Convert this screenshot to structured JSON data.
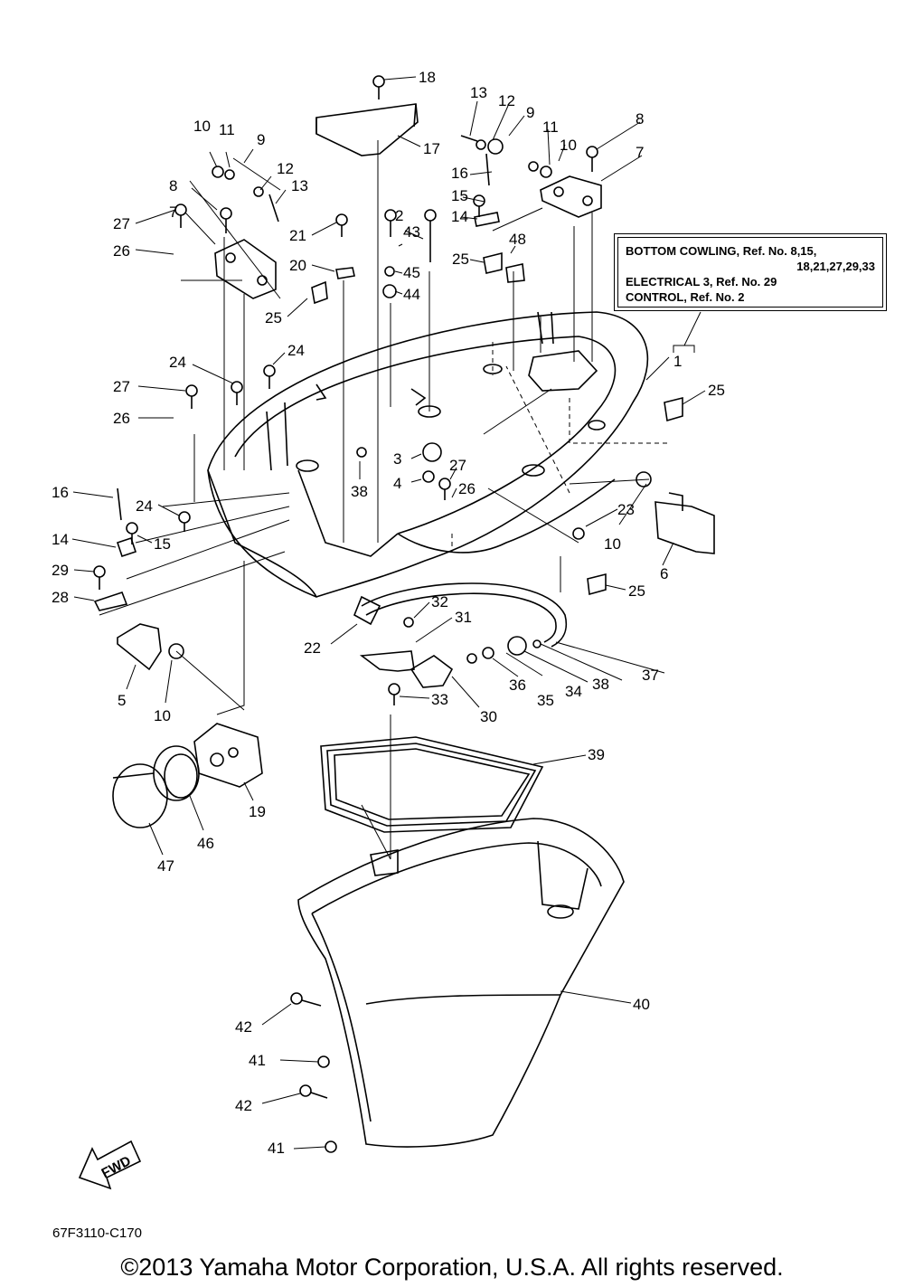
{
  "reference_box": {
    "line1": "BOTTOM COWLING, Ref. No. 8,15,",
    "line2": "18,21,27,29,33",
    "line3": "ELECTRICAL 3, Ref. No. 29",
    "line4": "CONTROL, Ref. No. 2"
  },
  "fwd_label": "FWD",
  "diagram_code": "67F3110-C170",
  "copyright": "©2013 Yamaha Motor Corporation, U.S.A. All rights reserved.",
  "callouts": {
    "c18": "18",
    "c17": "17",
    "c13a": "13",
    "c12a": "12",
    "c9a": "9",
    "c11a": "11",
    "c10a": "10",
    "c8a": "8",
    "c7a": "7",
    "c16a": "16",
    "c15a": "15",
    "c14a": "14",
    "c2": "2",
    "c43": "43",
    "c45": "45",
    "c44": "44",
    "c48": "48",
    "c25a": "25",
    "c10b": "10",
    "c11b": "11",
    "c9b": "9",
    "c12b": "12",
    "c13b": "13",
    "c8b": "8",
    "c7b": "7",
    "c27a": "27",
    "c26a": "26",
    "c21": "21",
    "c20": "20",
    "c25b": "25",
    "c24a": "24",
    "c24b": "24",
    "c27b": "27",
    "c26b": "26",
    "c1": "1",
    "c25c": "25",
    "c3": "3",
    "c4": "4",
    "c27c": "27",
    "c26c": "26",
    "c38a": "38",
    "c16b": "16",
    "c24c": "24",
    "c15b": "15",
    "c14b": "14",
    "c29": "29",
    "c28": "28",
    "c23": "23",
    "c10c": "10",
    "c6": "6",
    "c25d": "25",
    "c32": "32",
    "c31": "31",
    "c22": "22",
    "c5": "5",
    "c10d": "10",
    "c33": "33",
    "c30": "30",
    "c36": "36",
    "c35": "35",
    "c34": "34",
    "c38b": "38",
    "c37": "37",
    "c39": "39",
    "c19": "19",
    "c46": "46",
    "c47": "47",
    "c40": "40",
    "c42a": "42",
    "c41a": "41",
    "c42b": "42",
    "c41b": "41"
  }
}
